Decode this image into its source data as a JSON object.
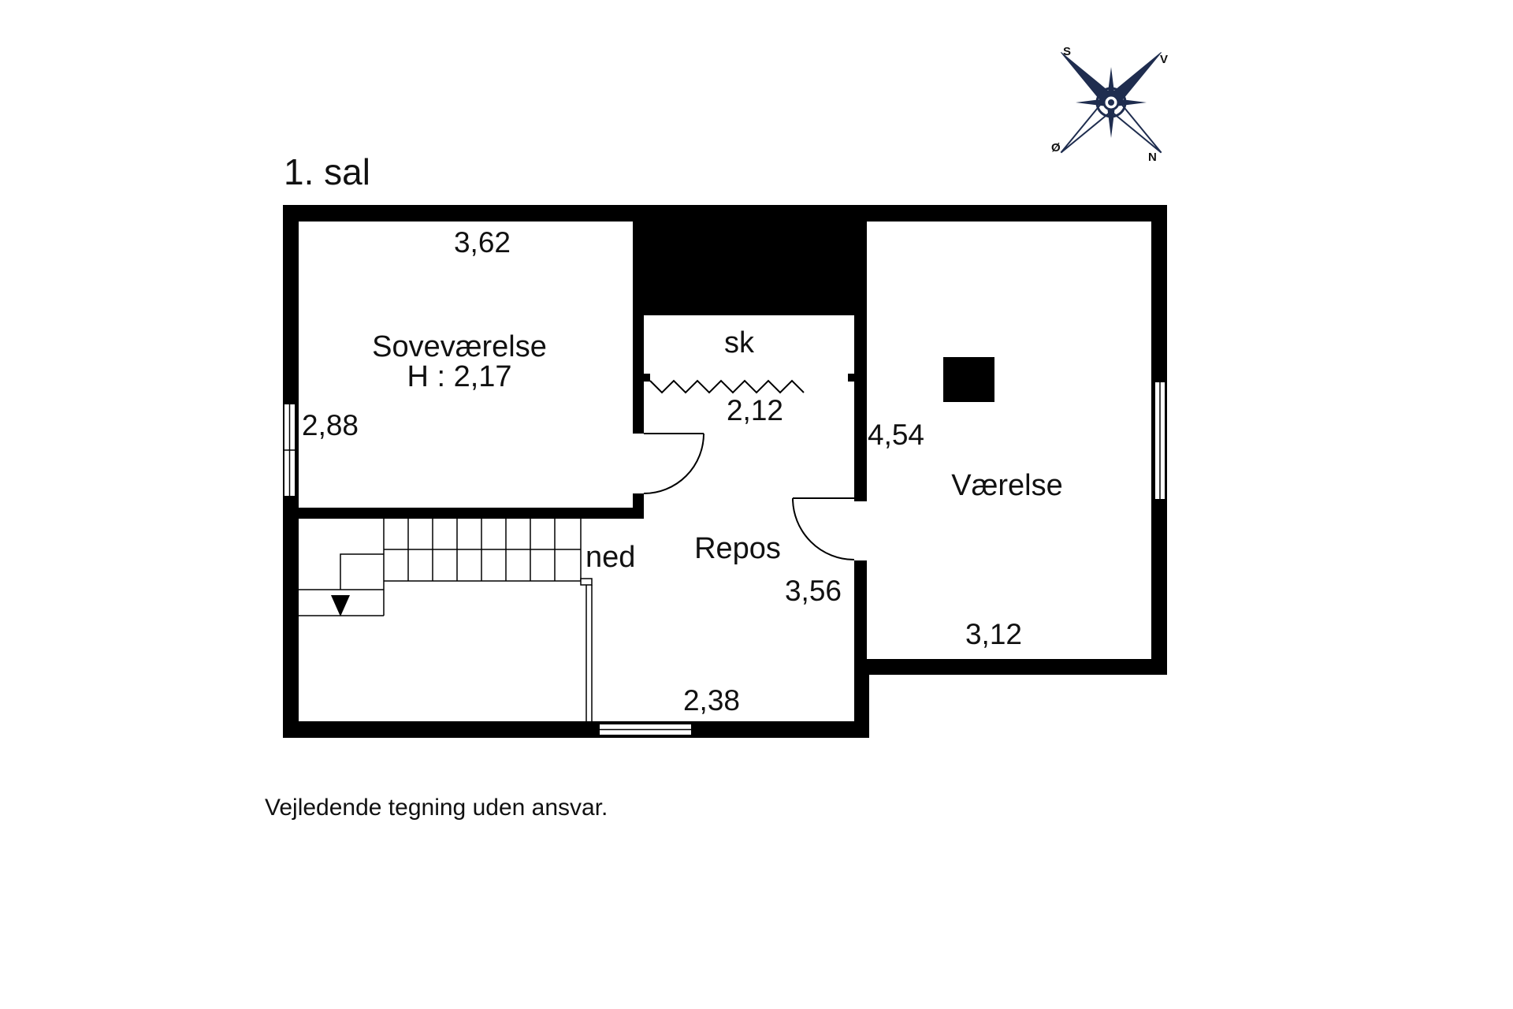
{
  "floor_title": "1. sal",
  "rooms": {
    "bedroom": {
      "name": "Soveværelse",
      "height": "H : 2,17",
      "width": "3,62",
      "depth": "2,88"
    },
    "closet": {
      "name": "sk",
      "width": "2,12"
    },
    "landing": {
      "name": "Repos",
      "length": "3,56",
      "width": "2,38"
    },
    "room": {
      "name": "Værelse",
      "depth": "4,54",
      "width": "3,12"
    }
  },
  "stairs": {
    "label": "ned"
  },
  "compass": {
    "s": "S",
    "v": "V",
    "n": "N",
    "o": "Ø",
    "color": "#1f2d4f"
  },
  "footnote": "Vejledende tegning uden ansvar."
}
